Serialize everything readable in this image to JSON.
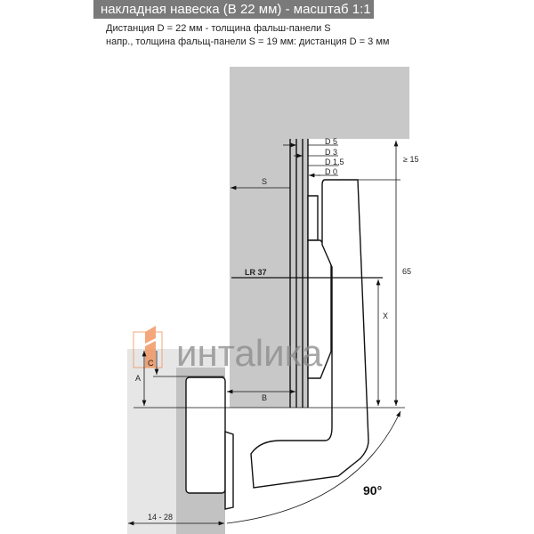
{
  "header": {
    "title": "накладная навеска (В 22 мм) - масштаб 1:1"
  },
  "notes": [
    "Дистанция D = 22 мм - толщина фальш-панели S",
    "напр., толщина фальщ-панели S = 19 мм: дистанция D = 3 мм"
  ],
  "drawing": {
    "distance_labels": [
      "D 5",
      "D 3",
      "D 1,5",
      "D 0"
    ],
    "dim_s": "S",
    "dim_min": "≥ 15",
    "dim_65": "65",
    "dim_lr": "LR 37",
    "dim_x": "X",
    "dim_a": "A",
    "dim_c": "C",
    "dim_b": "B",
    "angle": "90°",
    "dim_range": "14 - 28"
  },
  "watermark": {
    "text": "интаlика",
    "accent": "#f08a50"
  },
  "colors": {
    "header_bg": "#7a7a7a",
    "panel_gray": "#c8c8c8",
    "door_light": "#e6e6e6",
    "door_dark": "#c2c2c2"
  }
}
